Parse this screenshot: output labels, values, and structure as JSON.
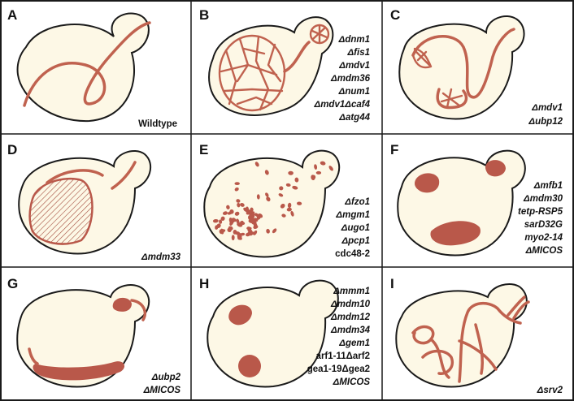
{
  "panels": [
    {
      "letter": "A",
      "genotypes": [
        "Wildtype"
      ]
    },
    {
      "letter": "B",
      "genotypes": [
        "Δdnm1",
        "Δfis1",
        "Δmdv1",
        "Δmdm36",
        "Δnum1",
        "Δmdv1Δcaf4",
        "Δatg44"
      ]
    },
    {
      "letter": "C",
      "genotypes": [
        "Δmdv1",
        "Δubp12"
      ]
    },
    {
      "letter": "D",
      "genotypes": [
        "Δmdm33"
      ]
    },
    {
      "letter": "E",
      "genotypes": [
        "Δfzo1",
        "Δmgm1",
        "Δugo1",
        "Δpcp1",
        "cdc48-2"
      ]
    },
    {
      "letter": "F",
      "genotypes": [
        "Δmfb1",
        "Δmdm30",
        "tetp-RSP5",
        "sarD32G",
        "myo2-14",
        "ΔMICOS"
      ]
    },
    {
      "letter": "G",
      "genotypes": [
        "Δubp2",
        "ΔMICOS"
      ]
    },
    {
      "letter": "H",
      "genotypes": [
        "Δmmm1",
        "Δmdm10",
        "Δmdm12",
        "Δmdm34",
        "Δgem1",
        "arf1-11Δarf2",
        "gea1-19Δgea2",
        "ΔMICOS"
      ]
    },
    {
      "letter": "I",
      "genotypes": [
        "Δsrv2"
      ]
    }
  ],
  "colors": {
    "cell_fill": "#fdf8e6",
    "mitochondria": "#c0624f",
    "outline": "#1a1a1a"
  }
}
